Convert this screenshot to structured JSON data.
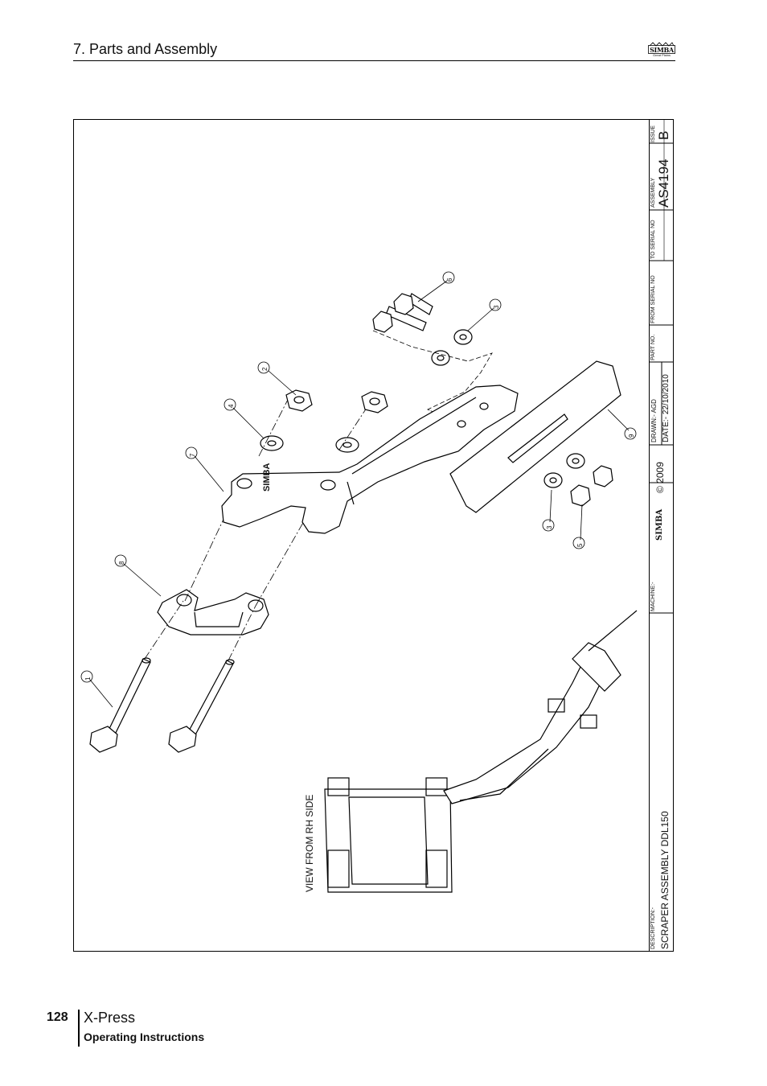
{
  "header": {
    "title": "7. Parts and Assembly",
    "logo_text": "SIMBA",
    "logo_sub": "Great Plains"
  },
  "drawing": {
    "view_label": "VIEW FROM RH SIDE",
    "callouts": [
      "1",
      "2",
      "3",
      "3",
      "4",
      "5",
      "6",
      "7",
      "8",
      "9"
    ],
    "part_stamp": "SIMBA"
  },
  "title_block": {
    "description_label": "DESCRIPTION:-",
    "description": "SCRAPER ASSEMBLY DDL150",
    "machine_label": "MACHINE:-",
    "brand": "SIMBA",
    "copyright": "© 2009",
    "drawn": "DRAWN:-  AGD",
    "date": "DATE:-  22/10/2010",
    "part_no_label": "PART NO.",
    "from_serial_label": "FROM SERIAL NO",
    "to_serial_label": "TO SERIAL NO",
    "assembly_label": "ASSEMBLY",
    "assembly": "AS4194",
    "issue_label": "ISSUE",
    "issue": "B"
  },
  "footer": {
    "page_number": "128",
    "product": "X-Press",
    "subtitle": "Operating Instructions"
  }
}
